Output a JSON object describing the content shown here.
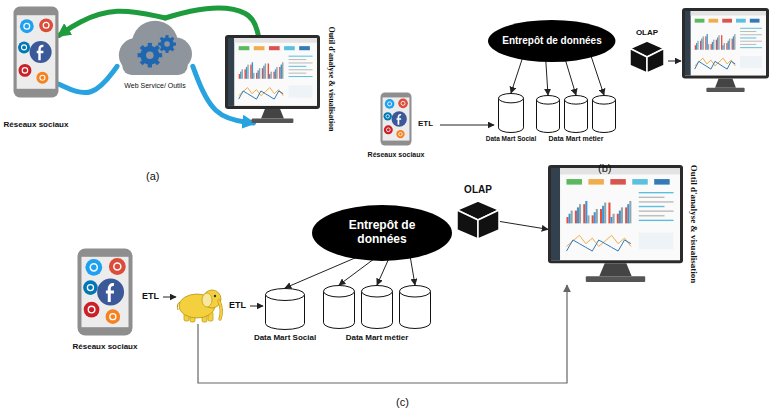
{
  "diagram": {
    "nodes": [
      {
        "text": [
          "Réseaux sociaux"
        ]
      },
      {
        "text": [
          "Web Service/ Outils"
        ]
      },
      {
        "text": [
          "Outil d'analyse & visualisation"
        ]
      },
      {
        "text": [
          "Entrepôt de données"
        ]
      },
      {
        "text": [
          "OLAP"
        ]
      },
      {
        "text": [
          "Réseaux sociaux"
        ]
      },
      {
        "text": [
          "Data Mart Social"
        ]
      },
      {
        "text": [
          "Data Mart métier"
        ]
      },
      {
        "text": [
          "Entrepôt de données"
        ]
      },
      {
        "text": [
          "OLAP"
        ]
      },
      {
        "text": [
          "Outil d'analyse & visualisation"
        ]
      },
      {
        "text": [
          "Réseaux sociaux"
        ]
      },
      {
        "text": [
          "Data Mart Social"
        ]
      },
      {
        "text": [
          "Data Mart métier"
        ]
      }
    ],
    "edges": [
      {
        "from": 2,
        "to": 1,
        "arrow": "none"
      },
      {
        "from": 1,
        "to": 0,
        "arrow": "to"
      },
      {
        "from": 0,
        "to": 1,
        "arrow": "none"
      },
      {
        "from": 1,
        "to": 2,
        "arrow": "to"
      },
      {
        "from": 3,
        "to": 6,
        "arrow": "to"
      },
      {
        "from": 3,
        "to": 7,
        "arrow": "to"
      },
      {
        "from": 3,
        "to": 7,
        "arrow": "to"
      },
      {
        "from": 3,
        "to": 7,
        "arrow": "to"
      },
      {
        "from": 8,
        "to": 12,
        "arrow": "to"
      },
      {
        "from": 8,
        "to": 13,
        "arrow": "to"
      },
      {
        "from": 8,
        "to": 13,
        "arrow": "to"
      },
      {
        "from": 8,
        "to": 13,
        "arrow": "to"
      },
      {
        "from": 9,
        "to": 10,
        "arrow": "to"
      }
    ],
    "labels": [
      "(a)",
      "(b)",
      "(c)",
      "ETL",
      "ETL",
      "ETL"
    ]
  }
}
